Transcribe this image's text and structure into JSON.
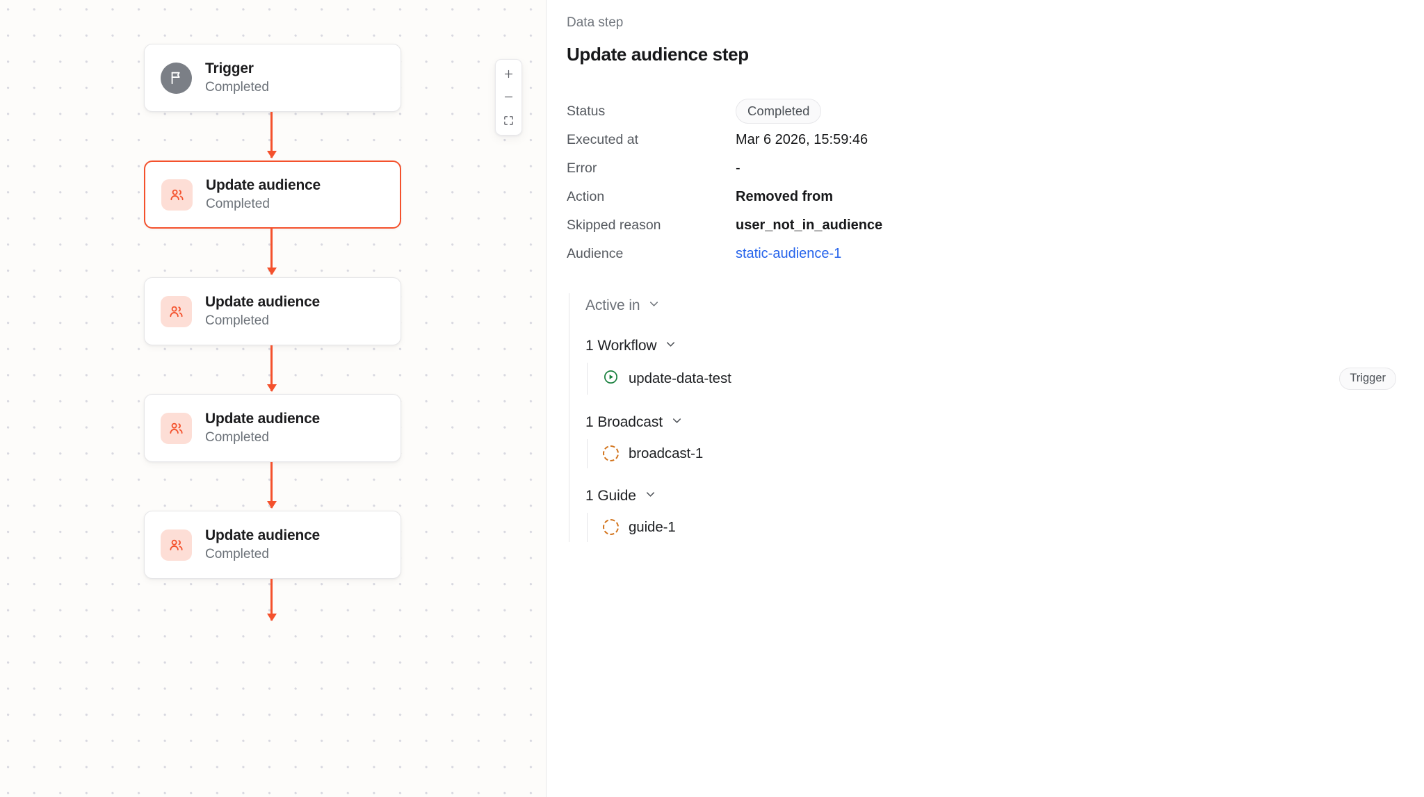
{
  "canvas": {
    "zoom_controls": {
      "zoom_in_label": "+",
      "zoom_out_label": "−",
      "fit_view_name": "fit-view"
    },
    "nodes": [
      {
        "title": "Trigger",
        "status": "Completed",
        "icon": "flag-icon",
        "selected": false
      },
      {
        "title": "Update audience",
        "status": "Completed",
        "icon": "users-icon",
        "selected": true
      },
      {
        "title": "Update audience",
        "status": "Completed",
        "icon": "users-icon",
        "selected": false
      },
      {
        "title": "Update audience",
        "status": "Completed",
        "icon": "users-icon",
        "selected": false
      },
      {
        "title": "Update audience",
        "status": "Completed",
        "icon": "users-icon",
        "selected": false
      }
    ]
  },
  "panel": {
    "eyebrow": "Data step",
    "title": "Update audience step",
    "fields": [
      {
        "key": "Status",
        "value": "Completed",
        "kind": "pill"
      },
      {
        "key": "Executed at",
        "value": "Mar 6 2026, 15:59:46",
        "kind": "text"
      },
      {
        "key": "Error",
        "value": "-",
        "kind": "text"
      },
      {
        "key": "Action",
        "value": "Removed from",
        "kind": "strong"
      },
      {
        "key": "Skipped reason",
        "value": "user_not_in_audience",
        "kind": "strong"
      },
      {
        "key": "Audience",
        "value": "static-audience-1",
        "kind": "link"
      }
    ],
    "active_in": {
      "label": "Active in",
      "groups": [
        {
          "label": "1 Workflow",
          "items": [
            {
              "name": "update-data-test",
              "icon": "play-circle-icon",
              "tag": "Trigger"
            }
          ]
        },
        {
          "label": "1 Broadcast",
          "items": [
            {
              "name": "broadcast-1",
              "icon": "dashed-circle-icon",
              "tag": ""
            }
          ]
        },
        {
          "label": "1 Guide",
          "items": [
            {
              "name": "guide-1",
              "icon": "dashed-circle-icon",
              "tag": ""
            }
          ]
        }
      ]
    }
  },
  "colors": {
    "accent_orange": "#f4512c",
    "link_blue": "#2563eb",
    "workflow_green": "#19803e",
    "dashed_orange": "#d2731b",
    "canvas_bg": "#fdfcfa"
  }
}
